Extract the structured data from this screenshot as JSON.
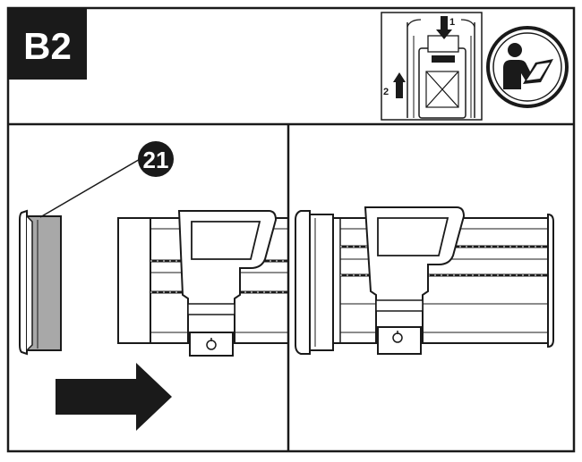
{
  "step": {
    "label": "B2"
  },
  "callouts": {
    "part_number": "21"
  },
  "inset": {
    "step1_label": "1",
    "step2_label": "2"
  },
  "icons": {
    "manual": "read-manual-icon",
    "arrow": "push-direction-arrow-icon"
  },
  "colors": {
    "ink": "#1a1a1a",
    "seal_fill": "#a8a8a8",
    "background": "#ffffff"
  }
}
